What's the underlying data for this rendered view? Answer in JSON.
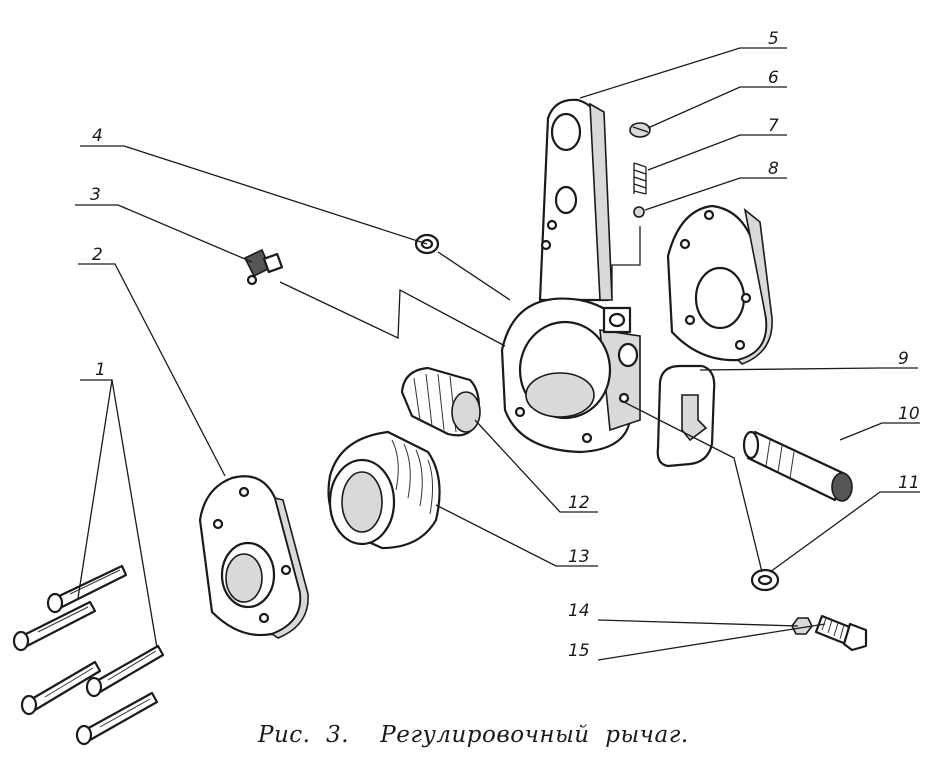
{
  "caption": "Рис.  3.    Регулировочный  рычаг.",
  "callouts": [
    "1",
    "2",
    "3",
    "4",
    "5",
    "6",
    "7",
    "8",
    "9",
    "10",
    "11",
    "12",
    "13",
    "14",
    "15"
  ]
}
